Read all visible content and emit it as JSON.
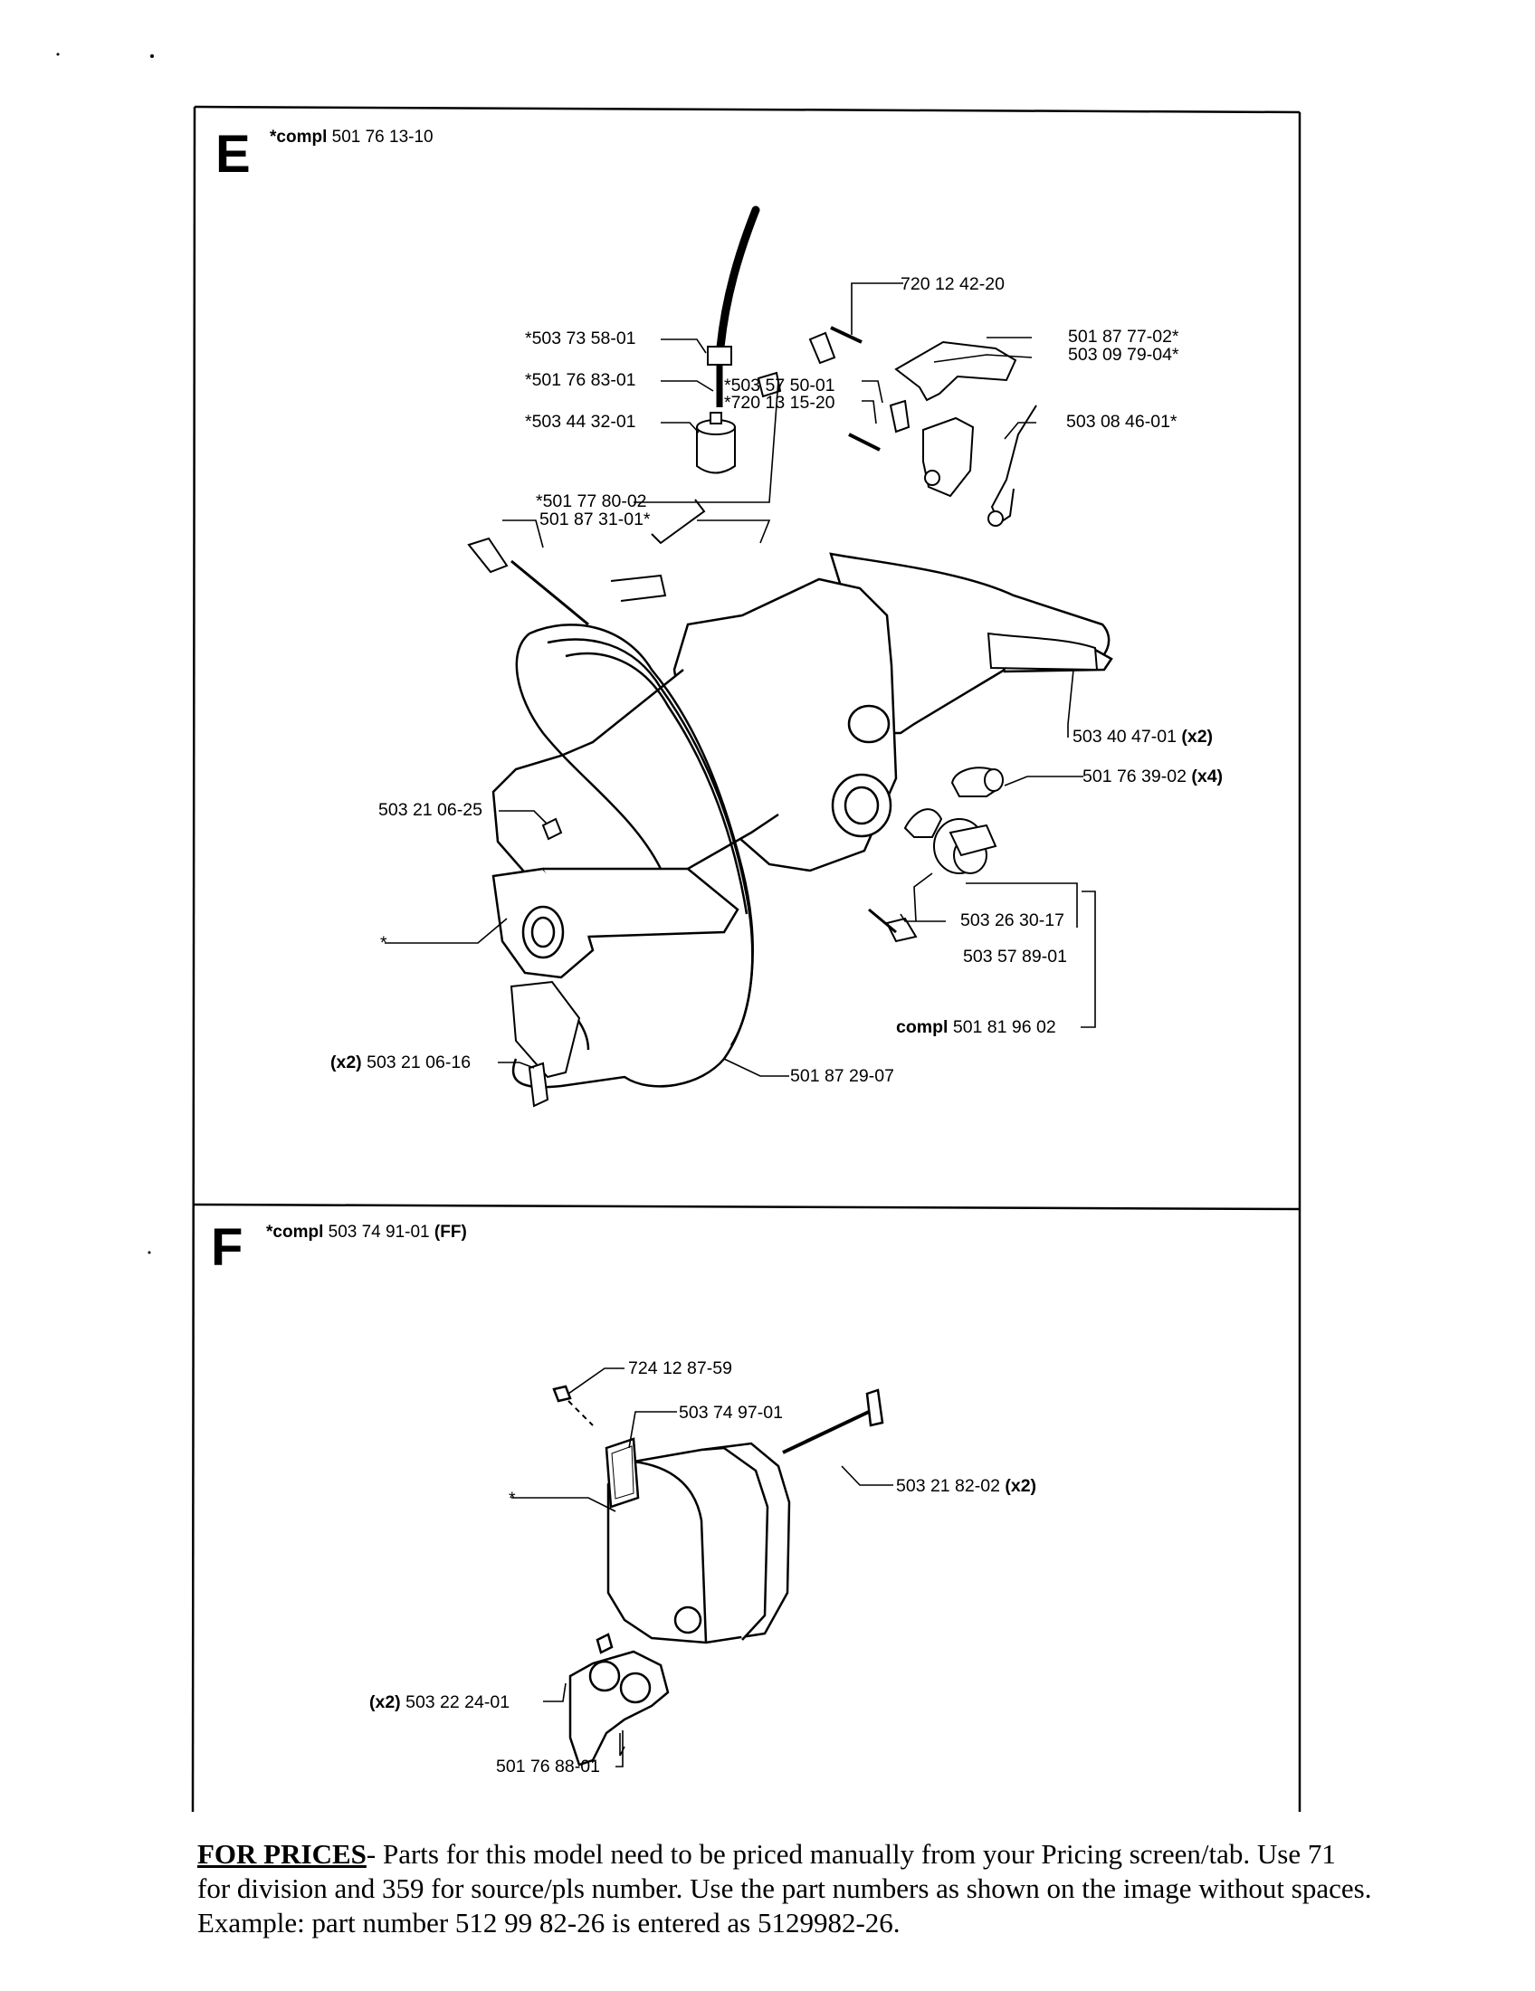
{
  "panels": [
    {
      "letter": "E",
      "compl_prefix": "*compl",
      "compl_number": "501 76 13-10",
      "callouts": {
        "p720124220": "720 12 42-20",
        "p501877702": "501 87 77-02*",
        "p503097904": "503 09 79-04*",
        "p503735801": "*503 73 58-01",
        "p501768301": "*501 76 83-01",
        "p503575001": "*503 57 50-01",
        "p720131520": "*720 13 15-20",
        "p503443201": "*503 44 32-01",
        "p503084601": "503 08 46-01*",
        "p501778002": "*501 77 80-02",
        "p501873101": "501 87 31-01*",
        "p503404701": "503 40 47-01",
        "p503404701_qty": "(x2)",
        "p501763902": "501 76 39-02",
        "p501763902_qty": "(x4)",
        "p503210625": "503 21 06-25",
        "p503263017": "503 26 30-17",
        "p503578901": "503 57 89-01",
        "star": "*",
        "compl_prefix2": "compl",
        "compl_5018196": "501 81 96 02",
        "p503210616_qty": "(x2)",
        "p503210616": "503 21 06-16",
        "p501872907": "501 87 29-07"
      }
    },
    {
      "letter": "F",
      "compl_prefix": "*compl",
      "compl_number": "503 74 91-01",
      "compl_suffix": "(FF)",
      "callouts": {
        "p724128759": "724 12 87-59",
        "p503749701": "503 74 97-01",
        "p503218202": "503 21 82-02",
        "p503218202_qty": "(x2)",
        "star": "*",
        "p503222401_qty": "(x2)",
        "p503222401": "503 22 24-01",
        "p501768801": "501 76 88-01"
      }
    }
  ],
  "footer": {
    "lead": "FOR PRICES",
    "text": "- Parts for this model need to be priced manually from your Pricing screen/tab. Use 71 for division and 359 for source/pls number.   Use the part numbers as shown on the image without spaces.  Example: part number 512 99 82-26 is entered as 5129982-26."
  }
}
